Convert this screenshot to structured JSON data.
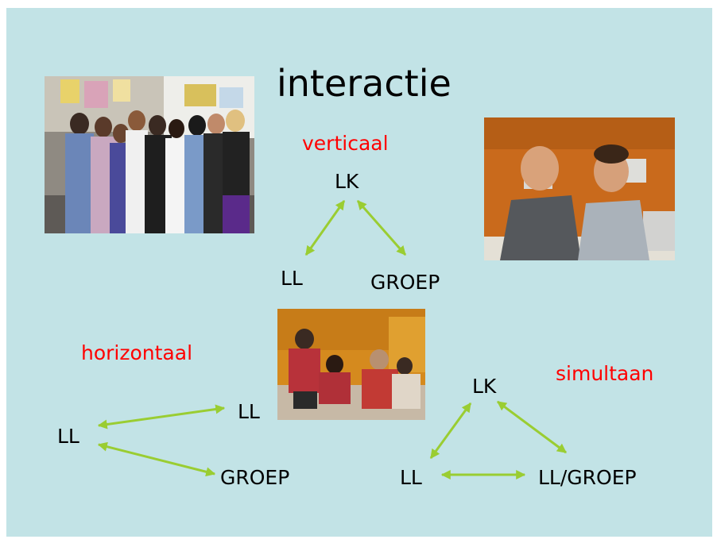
{
  "title": "interactie",
  "sections": {
    "vertical": {
      "label": "verticaal",
      "nodes": {
        "top": "LK",
        "left": "LL",
        "right": "GROEP"
      }
    },
    "horizontal": {
      "label": "horizontaal",
      "nodes": {
        "left": "LL",
        "top_right": "LL",
        "bottom_right": "GROEP"
      }
    },
    "simultaneous": {
      "label": "simultaan",
      "nodes": {
        "top": "LK",
        "left": "LL",
        "right": "LL/GROEP"
      }
    }
  },
  "colors": {
    "background": "#c2e3e6",
    "label_red": "#ff0000",
    "arrow_green": "#9acd32"
  },
  "photos": [
    "group-of-students-photo",
    "teacher-and-student-photo",
    "students-working-photo"
  ]
}
